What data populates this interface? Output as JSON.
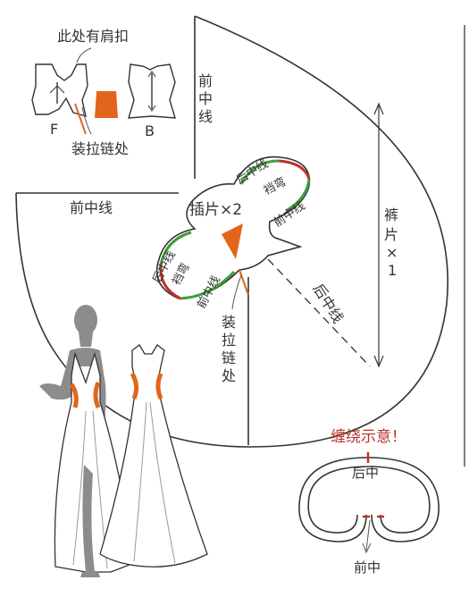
{
  "labels": {
    "shoulder_button": "此处有肩扣",
    "front_label": "F",
    "back_label": "B",
    "zipper_top": "装拉链处",
    "front_center_top_1": "前",
    "front_center_top_2": "中",
    "front_center_top_3": "线",
    "front_center_left": "前中线",
    "gusset": "插片×2",
    "back_center_top": "后中线",
    "crotch_top": "裆弯",
    "front_center_gusset_top": "前中线",
    "back_center_left": "后中线",
    "crotch_left": "裆弯",
    "front_center_gusset_left": "前中线",
    "zipper_mid_1": "装",
    "zipper_mid_2": "拉",
    "zipper_mid_3": "链",
    "zipper_mid_4": "处",
    "back_center_diagonal": "后中线",
    "pants_1": "裤",
    "pants_2": "片",
    "pants_3": "×",
    "pants_4": "1",
    "wrap_title": "缠绕示意！",
    "wrap_back": "后中",
    "wrap_front": "前中"
  },
  "colors": {
    "line": "#333333",
    "accent_orange": "#e2651c",
    "crotch_green": "#3f9e3a",
    "crotch_red": "#c0302a",
    "title_red": "#b8322a",
    "figure_gray": "#8c8c8c"
  }
}
